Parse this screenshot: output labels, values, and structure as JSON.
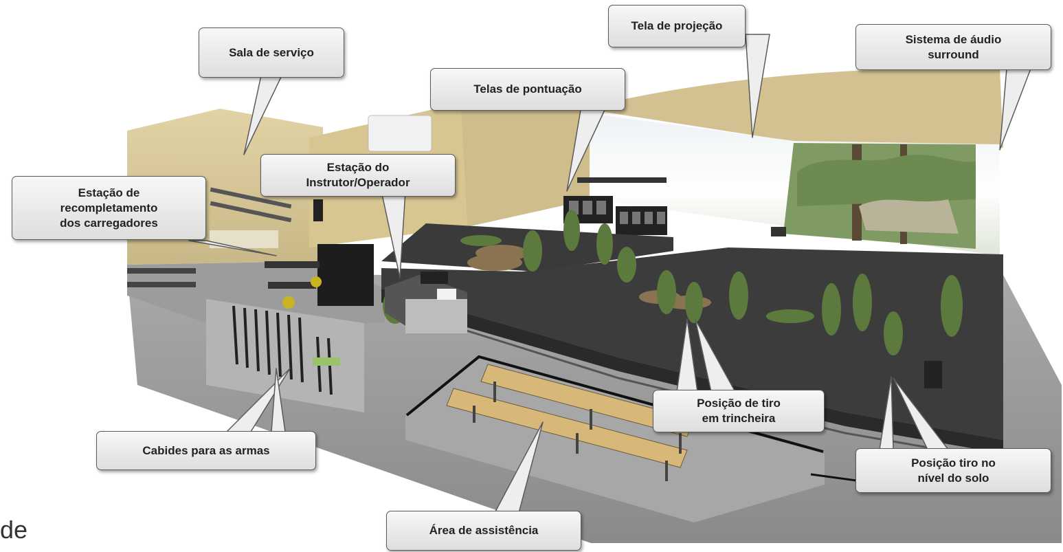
{
  "labels": {
    "sala_servico": "Sala de serviço",
    "tela_projecao": "Tela de projeção",
    "sistema_audio": "Sistema de áudio\nsurround",
    "telas_pontuacao": "Telas de pontuação",
    "estacao_instrutor": "Estação do\nInstrutor/Operador",
    "estacao_recompletamento": "Estação de\nrecompletamento\ndos carregadores",
    "posicao_trincheira": "Posição de tiro\nem trincheira",
    "posicao_solo": "Posição  tiro no\nnível do solo",
    "cabides": "Cabides para as armas",
    "area_assistencia": "Área de assistência"
  },
  "fragment_text": "de",
  "colors": {
    "wall": "#d9c89a",
    "floor": "#9a9a9a",
    "platform": "#3a3a3a",
    "callout_border": "#5a5a5a",
    "soldier": "#5c7a3e",
    "bench": "#d8b878"
  }
}
